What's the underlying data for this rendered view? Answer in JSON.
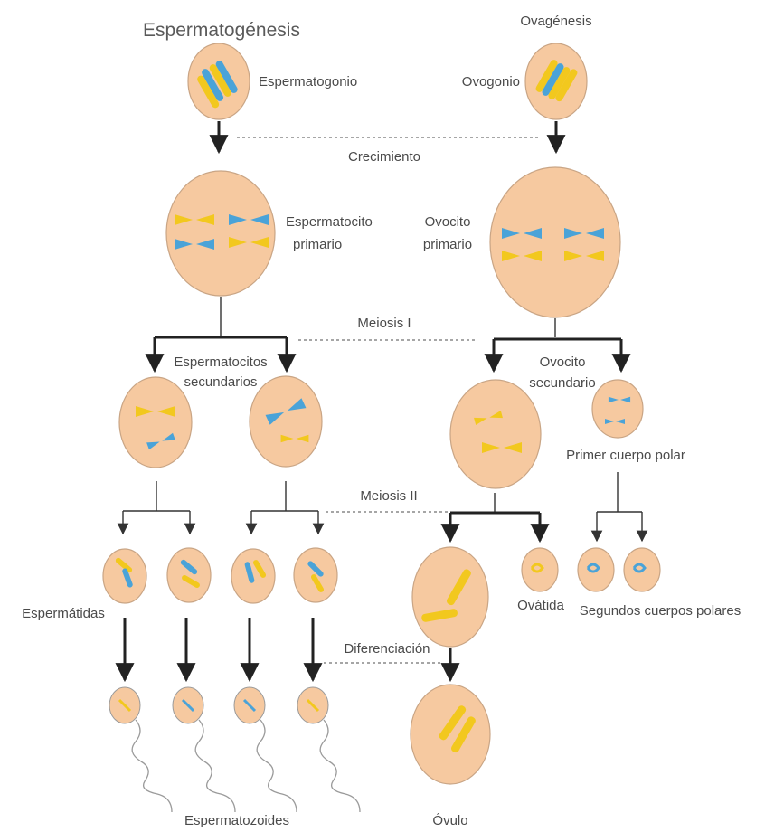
{
  "titles": {
    "spermatogenesis": "Espermatogénesis",
    "oogenesis": "Ovagénesis"
  },
  "stages": {
    "growth": "Crecimiento",
    "meiosis1": "Meiosis I",
    "meiosis2": "Meiosis II",
    "differentiation": "Diferenciación"
  },
  "labels": {
    "spermatogonium": "Espermatogonio",
    "oogonium": "Ovogonio",
    "primary_spermatocyte": [
      "Espermatocito",
      "primario"
    ],
    "primary_oocyte": [
      "Ovocito",
      "primario"
    ],
    "secondary_spermatocytes": [
      "Espermatocitos",
      "secundarios"
    ],
    "secondary_oocyte": [
      "Ovocito",
      "secundario"
    ],
    "first_polar_body": "Primer cuerpo polar",
    "spermatids": "Espermátidas",
    "ootid": "Ovátida",
    "second_polar_bodies": "Segundos cuerpos polares",
    "spermatozoa": "Espermatozoides",
    "ovum": "Óvulo"
  },
  "colors": {
    "cell_fill": "#f6c9a0",
    "chromosome_yellow": "#f2c81e",
    "chromosome_blue": "#4aa3d8",
    "arrow": "#222222",
    "dashed_line": "#888888"
  }
}
